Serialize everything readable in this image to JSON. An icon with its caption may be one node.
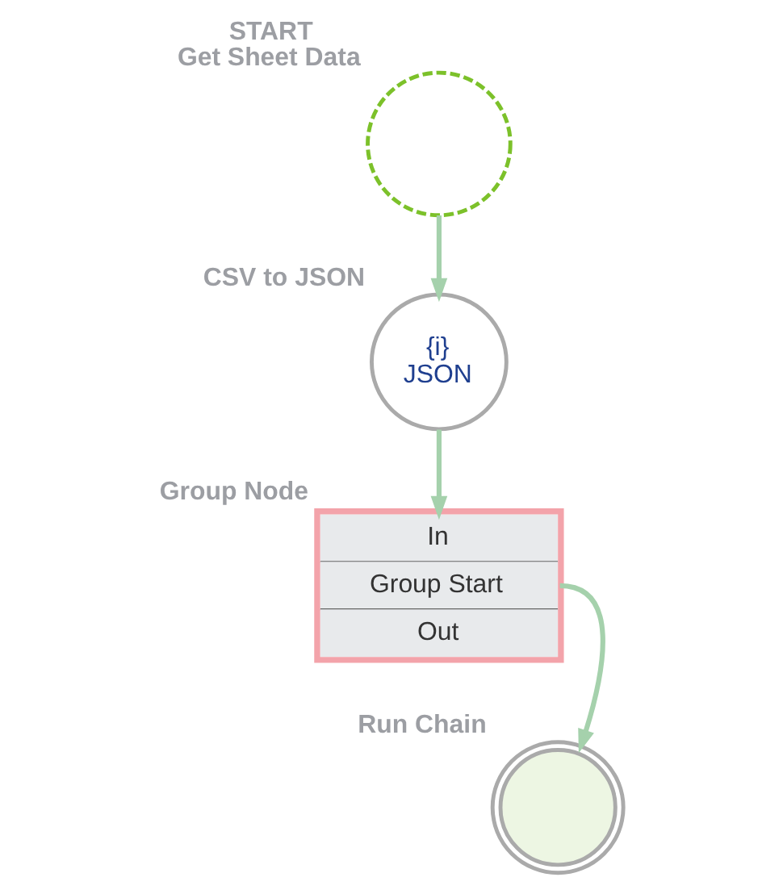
{
  "diagram": {
    "nodes": [
      {
        "text": [],
        "shape": "circle",
        "beside": [
          "START",
          "Get Sheet Data"
        ]
      },
      {
        "text": [
          "{i}",
          "JSON"
        ],
        "beside": [
          "CSV to JSON"
        ]
      },
      {
        "text": [
          "In",
          "Group Start",
          "Out"
        ],
        "beside": [
          "Group Node"
        ]
      },
      {
        "text": [],
        "shape": "circle",
        "beside": [
          "Run Chain"
        ]
      }
    ],
    "edges": [
      {
        "from": 0,
        "to": 1,
        "arrow": "to"
      },
      {
        "from": 1,
        "to": 2,
        "arrow": "to"
      },
      {
        "from": 2,
        "to": 3,
        "arrow": "to"
      }
    ]
  }
}
